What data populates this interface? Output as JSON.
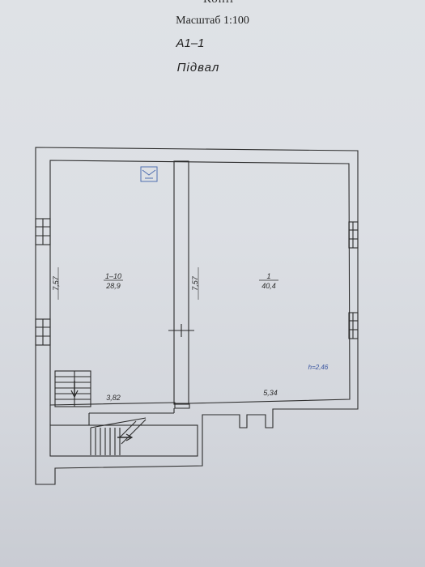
{
  "header": {
    "cut_text": "Копії",
    "scale": "Масштаб 1:100",
    "sheet": "А1–1",
    "level": "Підвал"
  },
  "rooms": [
    {
      "number": "1–10",
      "area": "28,9",
      "height_dim": "7,57",
      "width_dim": "3,82"
    },
    {
      "number": "1",
      "area": "40,4",
      "height_dim": "7,57",
      "width_dim": "5,34"
    }
  ],
  "ceiling_height": "h=2,46",
  "colors": {
    "line": "#2b2b2b",
    "annotation": "#3a55a0",
    "meter_icon": "#5070b0"
  }
}
